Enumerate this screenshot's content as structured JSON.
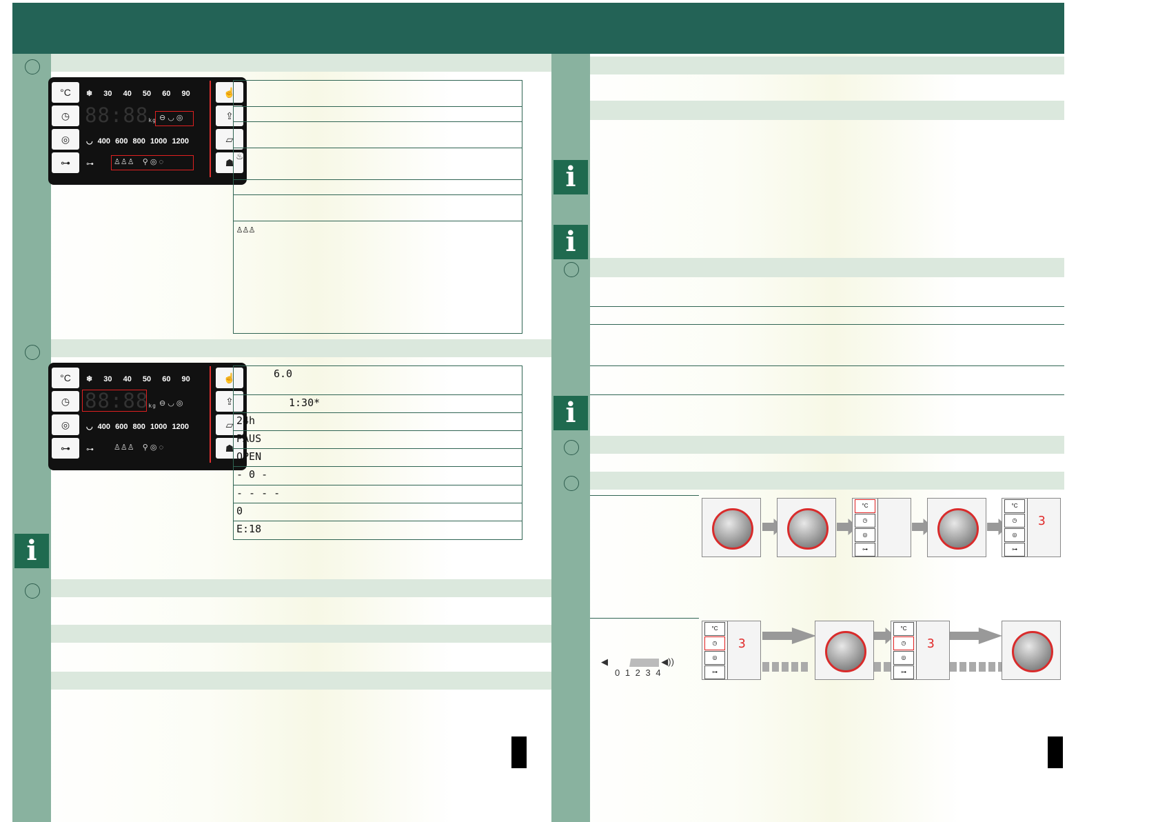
{
  "colors": {
    "header": "#236356",
    "sidebar": "#89b29f",
    "band": "#dbe8dd",
    "accent": "#e02020"
  },
  "panel": {
    "left_buttons": [
      "°C",
      "◷",
      "◎",
      "⊶"
    ],
    "right_buttons": [
      "☝",
      "⇪",
      "▱",
      "☗"
    ],
    "temps": [
      "❄",
      "30",
      "40",
      "50",
      "60",
      "90"
    ],
    "speeds": [
      "400",
      "600",
      "800",
      "1000",
      "1200"
    ],
    "digits": "88:88",
    "unit": "kg"
  },
  "table2": [
    "6.0",
    "1:30*",
    "24h",
    "PAUS",
    "OPEN",
    "- 0 -",
    "- - - -",
    "0",
    "E:18"
  ],
  "volume_scale": "0 1 2 3 4",
  "digit": "3"
}
